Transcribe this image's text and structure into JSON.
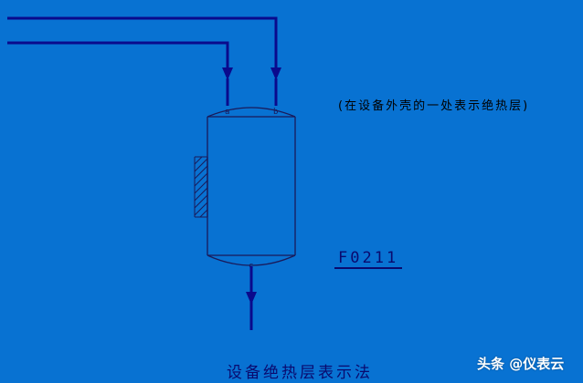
{
  "note": "(在设备外壳的一处表示绝热层)",
  "equipment_tag": "F0211",
  "caption": "设备绝热层表示法",
  "watermark": "头条 @仪表云",
  "nozzles": {
    "a": "a",
    "b": "b",
    "c": "c"
  },
  "colors": {
    "background": "#0872d2",
    "line": "#0a0a8c",
    "text_dark": "#0a0a6e"
  }
}
